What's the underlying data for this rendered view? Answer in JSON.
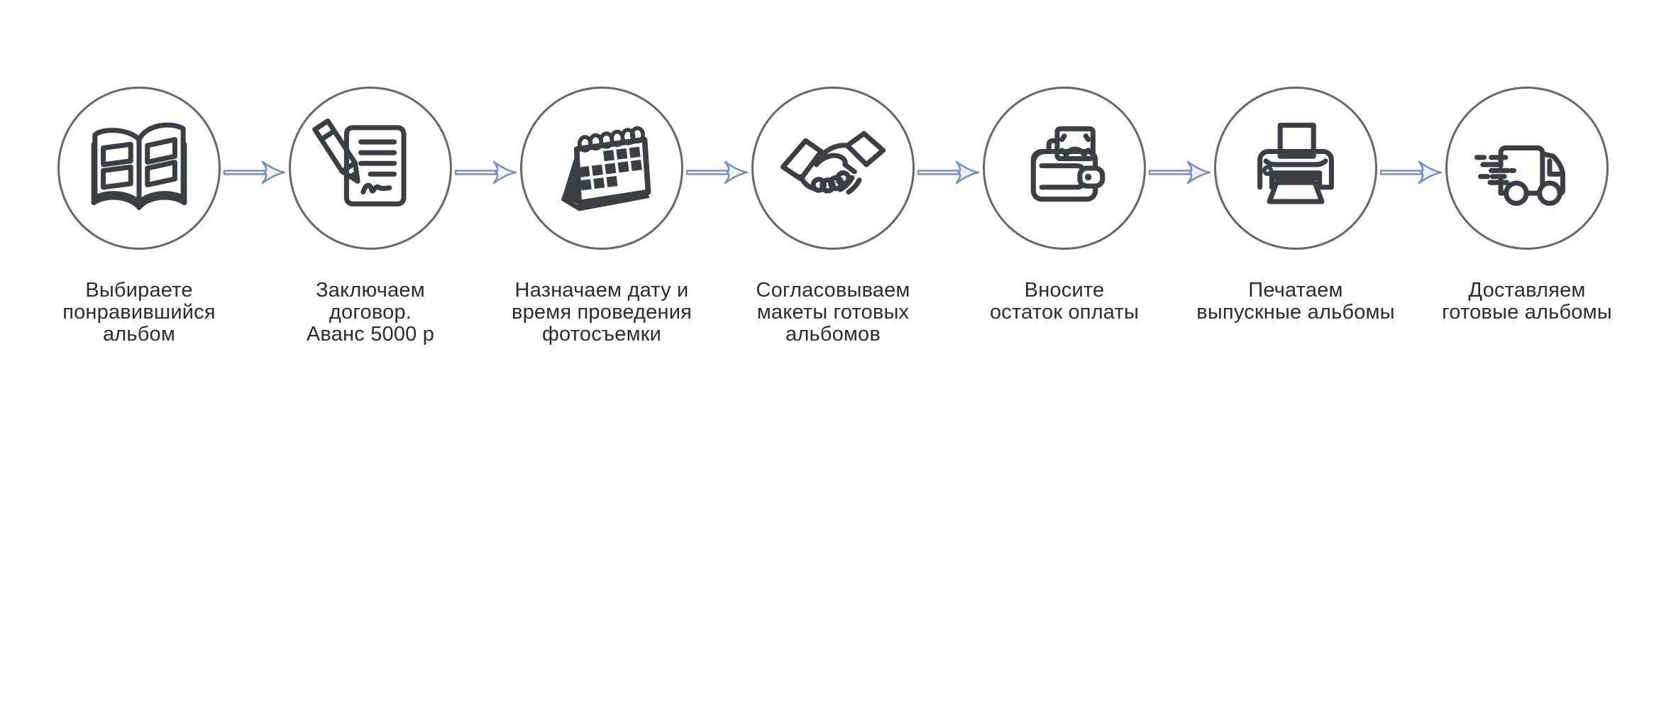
{
  "page": {
    "background_color": "#ffffff",
    "description": "Process flow infographic with 7 circular outline icons connected by blue arrows"
  },
  "colors": {
    "circle_stroke": "#65676b",
    "icon_color": "#3b3e42",
    "arrow_stroke": "#7591bc",
    "arrow_fill": "#eef2f8",
    "text_color": "#2c2c2c"
  },
  "process_flow": {
    "steps": [
      {
        "icon": "album-icon",
        "label": "Выбираете\nпонравившийся\nальбом"
      },
      {
        "icon": "contract-icon",
        "label": "Заключаем\nдоговор.\nАванс 5000 р"
      },
      {
        "icon": "calendar-icon",
        "label": "Назначаем дату и\nвремя проведения\nфотосъемки"
      },
      {
        "icon": "handshake-icon",
        "label": "Согласовываем\nмакеты готовых\nальбомов"
      },
      {
        "icon": "wallet-icon",
        "label": "Вносите\nостаток оплаты"
      },
      {
        "icon": "printer-icon",
        "label": "Печатаем\nвыпускные альбомы"
      },
      {
        "icon": "truck-icon",
        "label": "Доставляем\nготовые альбомы"
      }
    ],
    "arrow_count": 6
  }
}
